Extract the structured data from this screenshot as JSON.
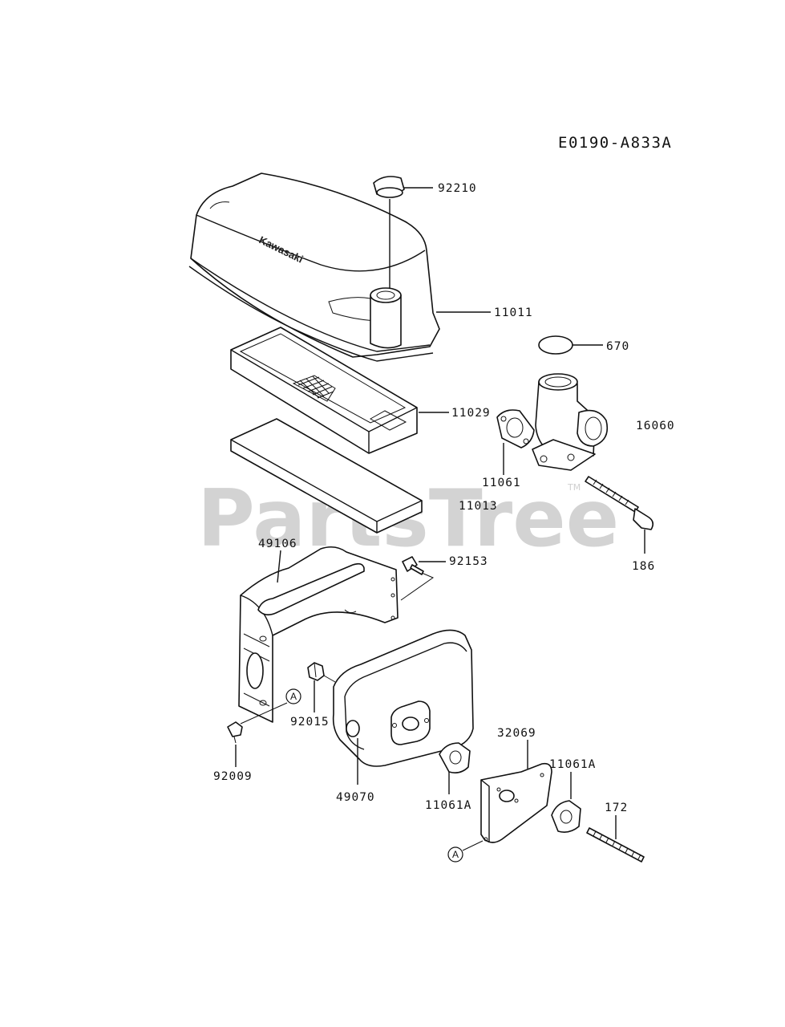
{
  "diagram": {
    "code": "E0190-A833A",
    "watermark": "PartsTree",
    "watermark_mark": "TM",
    "brand_text": "Kawasaki",
    "ref_marker": "A",
    "labels": {
      "p92210": "92210",
      "p11011": "11011",
      "p670": "670",
      "p11029": "11029",
      "p16060": "16060",
      "p11061": "11061",
      "p11013": "11013",
      "p186": "186",
      "p49106": "49106",
      "p92153": "92153",
      "p92015": "92015",
      "p92009": "92009",
      "p49070": "49070",
      "p32069": "32069",
      "p11061A_right": "11061A",
      "p11061A_left": "11061A",
      "p172": "172"
    }
  }
}
